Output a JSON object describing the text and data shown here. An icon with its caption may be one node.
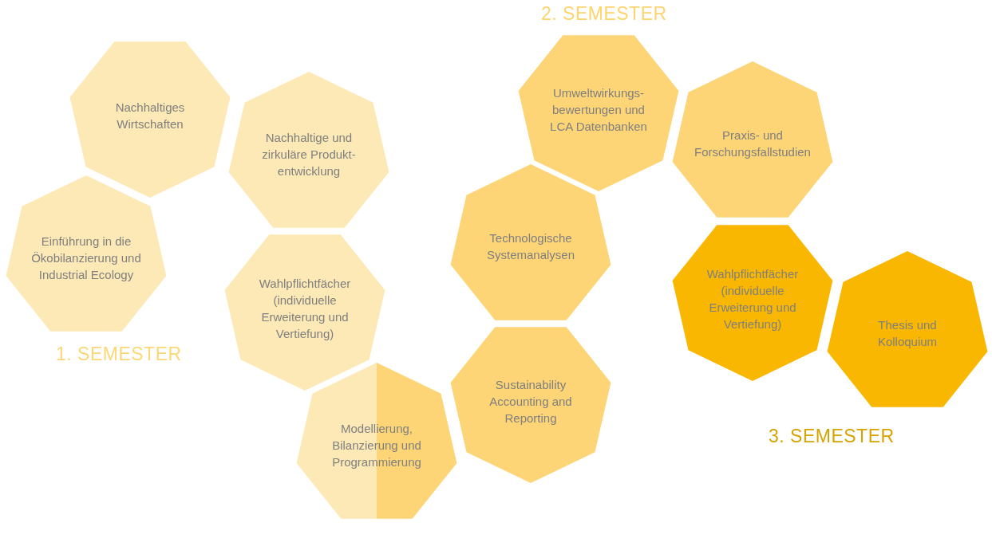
{
  "diagram": {
    "nodes": [
      {
        "text": [
          "Nachhaltiges Wirtschaften"
        ]
      },
      {
        "text": [
          "Nachhaltige und zirkuläre Produkt-entwicklung"
        ]
      },
      {
        "text": [
          "Einführung in die Ökobilanzierung und Industrial Ecology"
        ]
      },
      {
        "text": [
          "Wahlpflichtfächer (individuelle Erweiterung und Vertiefung)"
        ]
      },
      {
        "text": [
          "Modellierung, Bilanzierung und Programmierung"
        ]
      },
      {
        "text": [
          "Umweltwirkungs-bewertungen und LCA Datenbanken"
        ]
      },
      {
        "text": [
          "Praxis- und Forschungsfallstudien"
        ]
      },
      {
        "text": [
          "Technologische Systemanalysen"
        ]
      },
      {
        "text": [
          "Sustainability Accounting and Reporting"
        ]
      },
      {
        "text": [
          "Wahlpflichtfächer (individuelle Erweiterung und Vertiefung)"
        ]
      },
      {
        "text": [
          "Thesis und Kolloquium"
        ]
      }
    ],
    "edges": [],
    "labels": [
      "2. SEMESTER",
      "1. SEMESTER",
      "3. SEMESTER"
    ]
  }
}
